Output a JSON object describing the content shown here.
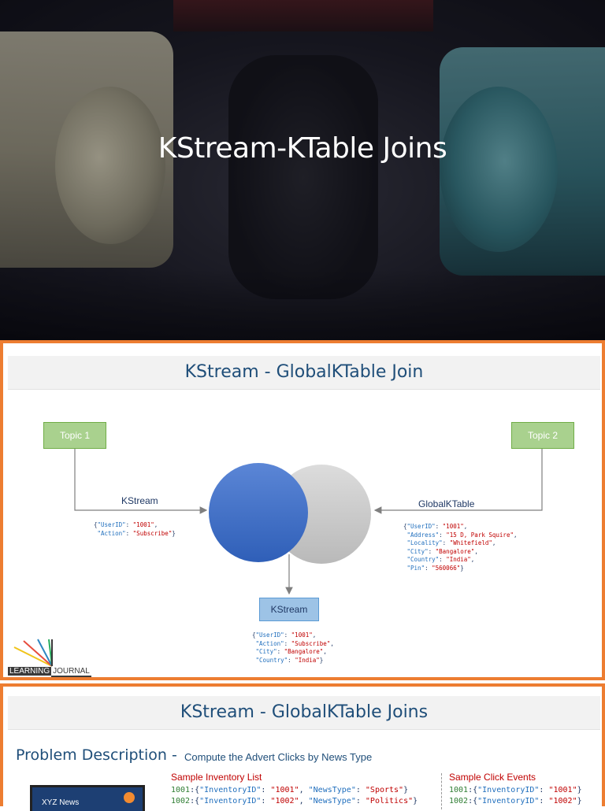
{
  "hero": {
    "title": "KStream-KTable Joins"
  },
  "slide2": {
    "title": "KStream - GlobalKTable Join",
    "topic1": "Topic 1",
    "topic2": "Topic 2",
    "kstream_label": "KStream",
    "globalktable_label": "GlobalKTable",
    "output_box": "KStream",
    "stream_record": [
      {
        "key": "\"UserID\"",
        "value": "\"1001\""
      },
      {
        "key": "\"Action\"",
        "value": "\"Subscribe\""
      }
    ],
    "table_record": [
      {
        "key": "\"UserID\"",
        "value": "\"1001\""
      },
      {
        "key": "\"Address\"",
        "value": "\"15 D, Park Squire\""
      },
      {
        "key": "\"Locality\"",
        "value": "\"Whitefield\""
      },
      {
        "key": "\"City\"",
        "value": "\"Bangalore\""
      },
      {
        "key": "\"Country\"",
        "value": "\"India\""
      },
      {
        "key": "\"Pin\"",
        "value": "\"560066\""
      }
    ],
    "output_record": [
      {
        "key": "\"UserID\"",
        "value": "\"1001\""
      },
      {
        "key": "\"Action\"",
        "value": "\"Subscribe\""
      },
      {
        "key": "\"City\"",
        "value": "\"Bangalore\""
      },
      {
        "key": "\"Country\"",
        "value": "\"India\""
      }
    ],
    "logo": {
      "part1": "LEARNING",
      "part2": "JOURNAL"
    }
  },
  "slide3": {
    "title": "KStream - GlobalKTable Joins",
    "problem_title": "Problem Description -",
    "problem_desc": "Compute the Advert Clicks by News Type",
    "inventory_head": "Sample Inventory List",
    "clicks_head": "Sample Click Events",
    "inventory": [
      {
        "id": "1001",
        "inv": "\"1001\"",
        "type": "\"Sports\""
      },
      {
        "id": "1002",
        "inv": "\"1002\"",
        "type": "\"Politics\""
      }
    ],
    "clicks": [
      {
        "id": "1001",
        "inv": "\"1001\""
      },
      {
        "id": "1002",
        "inv": "\"1002\""
      }
    ],
    "key_inventory": "\"InventoryID\"",
    "key_newstype": "\"NewsType\"",
    "thumb_text": "XYZ News"
  },
  "colors": {
    "accent_orange": "#ed7d31",
    "title_blue": "#1f4e79",
    "venn_blue": "#4472c4",
    "venn_gray": "#c9c9c9",
    "box_green": "#a9d18e"
  }
}
